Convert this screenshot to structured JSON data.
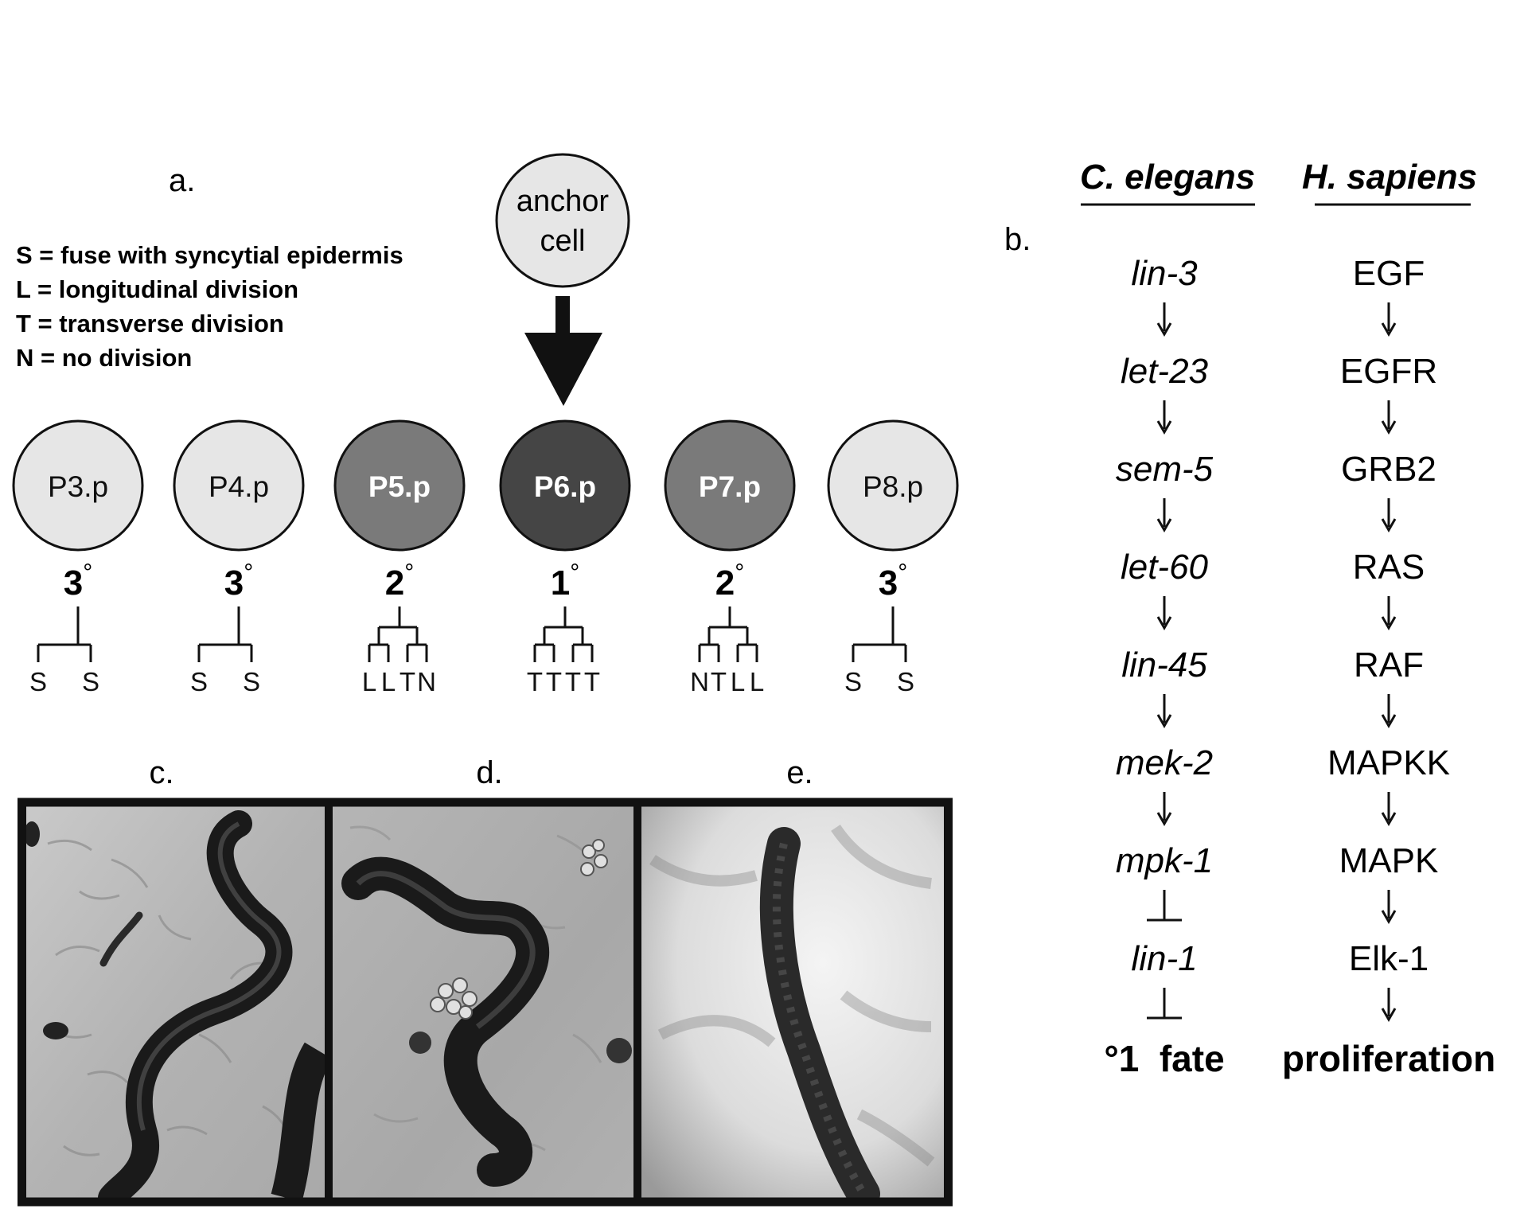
{
  "panel_a": {
    "label": "a.",
    "anchor_cell": {
      "line1": "anchor",
      "line2": "cell"
    },
    "legend": [
      "S = fuse with syncytial epidermis",
      "L = longitudinal division",
      "T = transverse division",
      "N = no division"
    ],
    "cells": [
      {
        "name": "P3.p",
        "fate": "3",
        "degree": "°",
        "leaves": [
          "S",
          "S"
        ],
        "shade": "light"
      },
      {
        "name": "P4.p",
        "fate": "3",
        "degree": "°",
        "leaves": [
          "S",
          "S"
        ],
        "shade": "light"
      },
      {
        "name": "P5.p",
        "fate": "2",
        "degree": "°",
        "leaves": [
          "L",
          "L",
          "T",
          "N"
        ],
        "shade": "medium"
      },
      {
        "name": "P6.p",
        "fate": "1",
        "degree": "°",
        "leaves": [
          "T",
          "T",
          "T",
          "T"
        ],
        "shade": "dark"
      },
      {
        "name": "P7.p",
        "fate": "2",
        "degree": "°",
        "leaves": [
          "N",
          "T",
          "L",
          "L"
        ],
        "shade": "medium"
      },
      {
        "name": "P8.p",
        "fate": "3",
        "degree": "°",
        "leaves": [
          "S",
          "S"
        ],
        "shade": "light"
      }
    ],
    "colors": {
      "light": "#e6e6e6",
      "medium": "#7a7a7a",
      "dark": "#454545"
    }
  },
  "panel_b": {
    "label": "b.",
    "header_left": "C. elegans",
    "header_right": "H. sapiens",
    "left": [
      "lin-3",
      "let-23",
      "sem-5",
      "let-60",
      "lin-45",
      "mek-2",
      "mpk-1",
      "lin-1"
    ],
    "left_links": [
      "arrow",
      "arrow",
      "arrow",
      "arrow",
      "arrow",
      "arrow",
      "inhibit",
      "inhibit"
    ],
    "left_outcome": "°1  fate",
    "right": [
      "EGF",
      "EGFR",
      "GRB2",
      "RAS",
      "RAF",
      "MAPKK",
      "MAPK",
      "Elk-1"
    ],
    "right_outcome": "proliferation"
  },
  "panel_c": {
    "label": "c."
  },
  "panel_d": {
    "label": "d."
  },
  "panel_e": {
    "label": "e."
  }
}
